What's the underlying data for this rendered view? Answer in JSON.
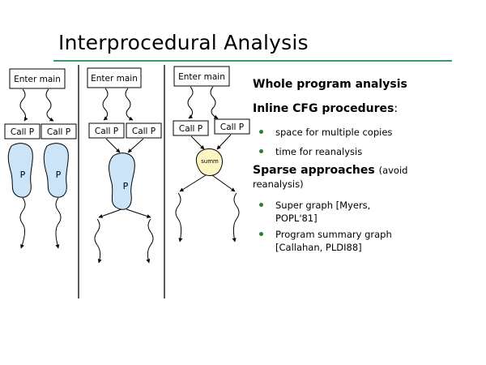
{
  "title": "Interprocedural Analysis",
  "diagram": {
    "enter_main": "Enter main",
    "call_p": "Call P",
    "proc": "P",
    "summary": "summ"
  },
  "text": {
    "heading_whole": "Whole program analysis",
    "heading_inline": "Inline CFG procedures",
    "heading_inline_colon": ":",
    "inline_bullets": [
      "space for multiple copies",
      "time for reanalysis"
    ],
    "heading_sparse": "Sparse approaches",
    "heading_sparse_paren": "(avoid",
    "sparse_continuation": "reanalysis)",
    "sparse_bullets": [
      [
        "Super graph [Myers,",
        "POPL'81]"
      ],
      [
        "Program summary graph",
        "[Callahan, PLDI88]"
      ]
    ]
  },
  "colors": {
    "title_rule": "#3a9a6a",
    "blob_fill": "#cce4f7",
    "summary_fill": "#fdf6c3",
    "bullet": "#2e7d32"
  }
}
